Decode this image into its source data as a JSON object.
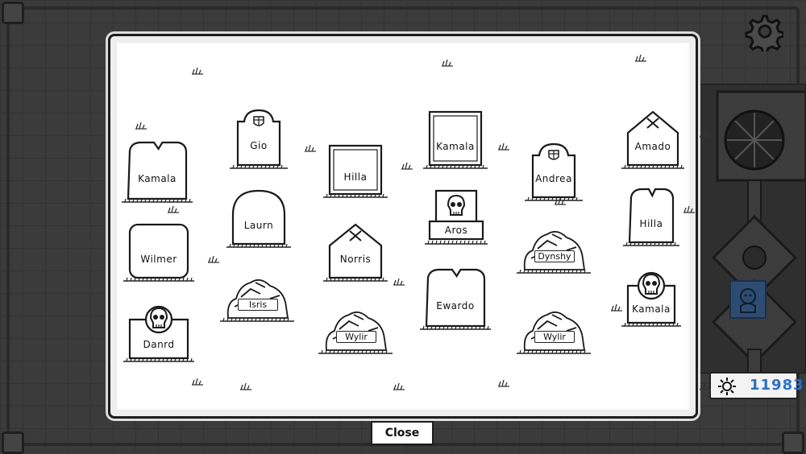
{
  "panel": {
    "graves": [
      {
        "name": "Kamala",
        "style": "cracked"
      },
      {
        "name": "Gio",
        "style": "shield"
      },
      {
        "name": "Hilla",
        "style": "rect"
      },
      {
        "name": "Kamala",
        "style": "rect"
      },
      {
        "name": "Andrea",
        "style": "shield"
      },
      {
        "name": "Amado",
        "style": "swords"
      },
      {
        "name": "Laurn",
        "style": "round"
      },
      {
        "name": "Aros",
        "style": "skull-plaque"
      },
      {
        "name": "Hilla",
        "style": "cracked"
      },
      {
        "name": "Wilmer",
        "style": "round-rect"
      },
      {
        "name": "Norris",
        "style": "swords"
      },
      {
        "name": "Dynshy",
        "style": "rocks"
      },
      {
        "name": "Isris",
        "style": "rocks"
      },
      {
        "name": "Ewardo",
        "style": "cracked"
      },
      {
        "name": "Kamala",
        "style": "skull"
      },
      {
        "name": "Danrd",
        "style": "skull"
      },
      {
        "name": "Wylir",
        "style": "rocks"
      },
      {
        "name": "Wylir",
        "style": "rocks"
      }
    ]
  },
  "close_label": "Close",
  "score": {
    "value": "11983",
    "icon": "sun-icon",
    "color": "#2a6fc9"
  },
  "settings": {
    "icon": "gear-icon"
  }
}
